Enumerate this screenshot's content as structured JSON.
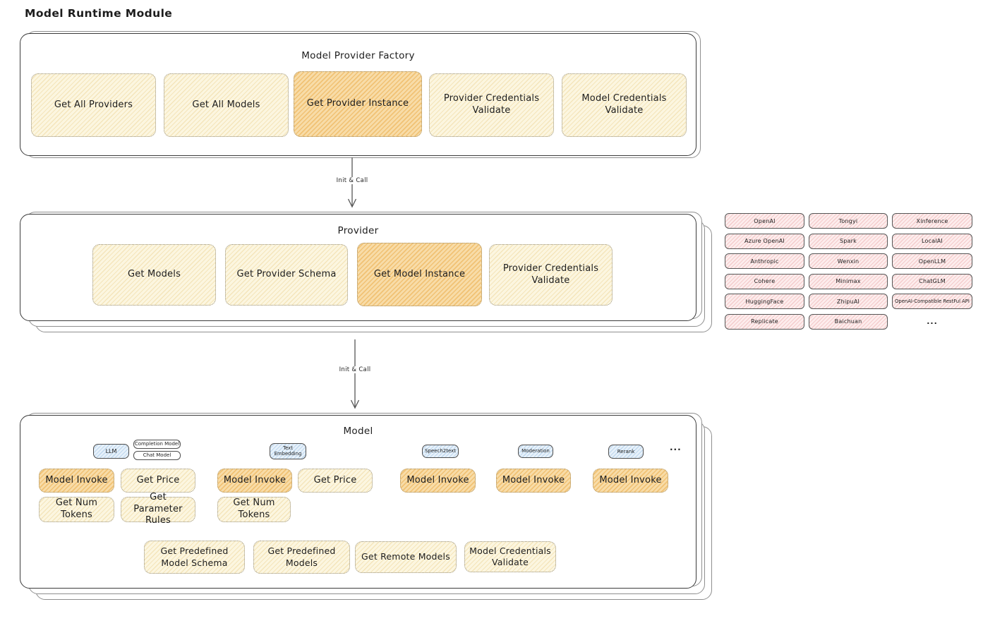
{
  "diagram_title": "Model Runtime Module",
  "arrows": {
    "factory_to_provider": "Init & Call",
    "provider_to_model": "Init & Call"
  },
  "factory": {
    "title": "Model Provider Factory",
    "methods": [
      {
        "label": "Get All Providers",
        "highlighted": false
      },
      {
        "label": "Get All Models",
        "highlighted": false
      },
      {
        "label": "Get Provider Instance",
        "highlighted": true
      },
      {
        "label": "Provider Credentials Validate",
        "highlighted": false
      },
      {
        "label": "Model Credentials Validate",
        "highlighted": false
      }
    ]
  },
  "provider": {
    "title": "Provider",
    "methods": [
      {
        "label": "Get Models",
        "highlighted": false
      },
      {
        "label": "Get Provider Schema",
        "highlighted": false
      },
      {
        "label": "Get Model Instance",
        "highlighted": true
      },
      {
        "label": "Provider Credentials Validate",
        "highlighted": false
      }
    ]
  },
  "provider_catalog": {
    "items": [
      "OpenAI",
      "Tongyi",
      "Xinference",
      "Azure OpenAI",
      "Spark",
      "LocalAI",
      "Anthropic",
      "Wenxin",
      "OpenLLM",
      "Cohere",
      "Minimax",
      "ChatGLM",
      "HuggingFace",
      "ZhipuAI",
      "OpenAI-Compatible RestFul API",
      "Replicate",
      "Baichuan"
    ],
    "more": "..."
  },
  "model": {
    "title": "Model",
    "tags": {
      "llm": "LLM",
      "completion_model": "Completion Model",
      "chat_model": "Chat Model",
      "text_embedding": "Text Embedding",
      "speech2text": "Speech2text",
      "moderation": "Moderation",
      "rerank": "Rerank",
      "more": "..."
    },
    "llm_methods": [
      {
        "label": "Model Invoke",
        "highlighted": true
      },
      {
        "label": "Get Price",
        "highlighted": false
      },
      {
        "label": "Get Num Tokens",
        "highlighted": false
      },
      {
        "label": "Get Parameter Rules",
        "highlighted": false
      }
    ],
    "text_embedding_methods": [
      {
        "label": "Model Invoke",
        "highlighted": true
      },
      {
        "label": "Get Price",
        "highlighted": false
      },
      {
        "label": "Get Num Tokens",
        "highlighted": false
      }
    ],
    "speech2text_methods": [
      {
        "label": "Model Invoke",
        "highlighted": true
      }
    ],
    "moderation_methods": [
      {
        "label": "Model Invoke",
        "highlighted": true
      }
    ],
    "rerank_methods": [
      {
        "label": "Model Invoke",
        "highlighted": true
      }
    ],
    "shared_methods": [
      {
        "label": "Get Predefined Model Schema"
      },
      {
        "label": "Get Predefined Models"
      },
      {
        "label": "Get Remote Models"
      },
      {
        "label": "Model Credentials Validate"
      }
    ]
  },
  "colors": {
    "method_fill": "#fcf6e0",
    "method_highlight_fill": "#f9e0b0",
    "capability_tag_fill": "#e7f1fa",
    "catalog_fill": "#fdeded",
    "container_border": "#3b3b3b",
    "stack_layer_border": "#8f8f8f"
  }
}
